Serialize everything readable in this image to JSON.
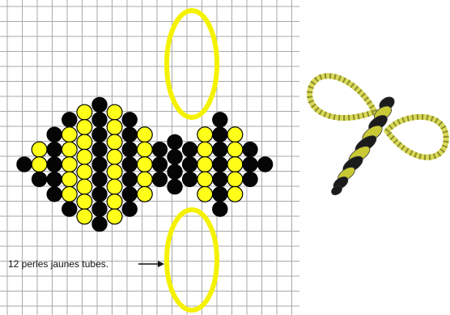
{
  "annotation": {
    "label": "12 perles jaunes tubes."
  },
  "colors": {
    "grid_line": "#a9a9a9",
    "paper": "#ffffff",
    "bead_yellow": "#ffff1a",
    "bead_black": "#050505",
    "ring_yellow": "#f4f200"
  },
  "bead_pattern": {
    "columns": [
      [
        "b"
      ],
      [
        "y",
        "y",
        "b"
      ],
      [
        "b",
        "b",
        "b",
        "b",
        "b"
      ],
      [
        "b",
        "y",
        "y",
        "y",
        "y",
        "y",
        "b"
      ],
      [
        "y",
        "y",
        "y",
        "y",
        "y",
        "y",
        "y",
        "y"
      ],
      [
        "b",
        "b",
        "b",
        "b",
        "b",
        "b",
        "b",
        "b",
        "b"
      ],
      [
        "y",
        "y",
        "y",
        "y",
        "y",
        "y",
        "y",
        "y"
      ],
      [
        "b",
        "b",
        "b",
        "b",
        "b",
        "b",
        "b"
      ],
      [
        "y",
        "y",
        "y",
        "y",
        "y"
      ],
      [
        "b",
        "b",
        "b"
      ],
      [
        "b",
        "b",
        "b",
        "b"
      ],
      [
        "b",
        "b",
        "b"
      ],
      [
        "y",
        "y",
        "y",
        "y",
        "y"
      ],
      [
        "b",
        "b",
        "b",
        "b",
        "b",
        "b",
        "b"
      ],
      [
        "y",
        "y",
        "y",
        "y",
        "y"
      ],
      [
        "b",
        "b",
        "b"
      ],
      [
        "b"
      ]
    ]
  },
  "photo": {
    "subject_icon": "beaded-bee-photo"
  }
}
